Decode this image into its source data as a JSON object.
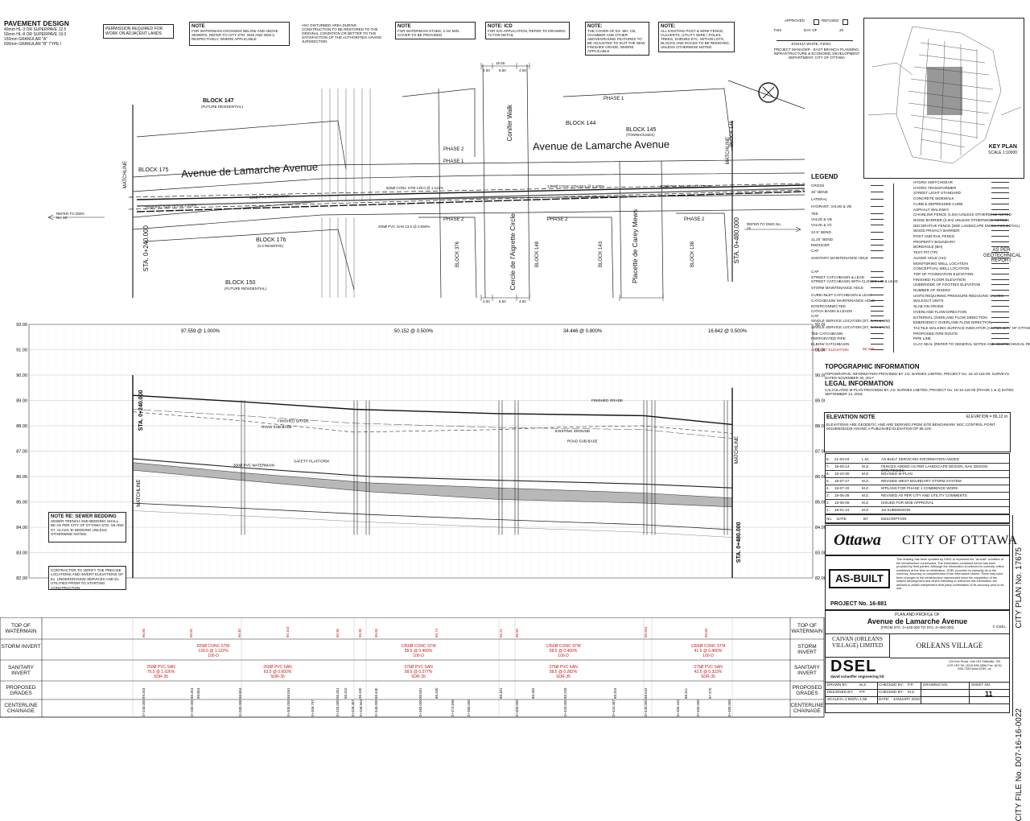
{
  "pavement_design": {
    "title": "PAVEMENT DESIGN",
    "lines": [
      "40mm HL-3 OR SUPERPAVE 12.5",
      "50mm HL-8 OR SUPERPAVE 19.0",
      "150mm GRANULAR \"A\"",
      "600mm GRANULAR \"B\" TYPE I"
    ]
  },
  "notes": [
    {
      "title": "",
      "text": "PERMISSION REQUIRED FOR WORK ON ADJACENT LANDS"
    },
    {
      "title": "NOTE",
      "text": "FOR WATERMAIN CROSSING BELOW AND ABOVE SEWERS, REFER TO CITY STD. W25 AND W25.2, RESPECTIVELY, WHERE APPLICABLE"
    },
    {
      "title": "",
      "text": "ANY DISTURBED AREA DURING CONSTRUCTION TO BE RESTORED TO THE ORIGINAL CONDITION OR BETTER TO THE SATISFACTION OF THE AUTHORITIES HAVING JURISDICTION"
    },
    {
      "title": "NOTE",
      "text": "FOR WATERMAIN STUBS, 2.4m MIN. COVER TO BE PROVIDED"
    },
    {
      "title": "NOTE: ICD",
      "text": "FOR ICD APPLICATION, REFER TO DRAWING 72 FOR DETAIL"
    },
    {
      "title": "NOTE:",
      "text": "THE COVER OF EX. MH, CB, CHAMBER AND OTHER ABOVEGROUND FEATURES TO BE ADJUSTED TO SUIT THE NEW FINISHED GRADE, WHERE APPLICABLE"
    },
    {
      "title": "NOTE:",
      "text": "ALL EXISTING POST & WIRE FENCE, CULVERTS, UTILITY WIRE / POLES, TREES, SHRUBS ETC. WITHIN LOTS, BLOCKS AND ROADS TO BE REMOVED, UNLESS OTHERWISE NOTED"
    }
  ],
  "approval": {
    "approved": "APPROVED",
    "refused": "REFUSED",
    "this": "THIS",
    "day_of": "DAY OF",
    "year": "20",
    "name": "JOSHUA WHITE, P.ENG",
    "role": "PROJECT MANAGER - EAST BRANCH PLANNING, INFRASTRUCTURE & ECONOMIC DEVELOPMENT DEPARTMENT, CITY OF OTTAWA"
  },
  "key_plan": {
    "title": "KEY PLAN",
    "scale": "SCALE 1:10000"
  },
  "plan": {
    "street_main": "Avenue de Lamarche Avenue",
    "street_cross1": "Cercle de l'Aigrette Circle",
    "street_cross2": "Placette de Carey Mews",
    "street_cross3": "Conifer Walk",
    "blocks": [
      "BLOCK 147",
      "(FUTURE RESIDENTIAL)",
      "BLOCK 175",
      "BLOCK 176",
      "(0.3 RESERVE)",
      "BLOCK 150",
      "(FUTURE RESIDENTIAL)",
      "BLOCK 144",
      "BLOCK 145",
      "BLOCK 143",
      "BLOCK 146",
      "BLOCK 148",
      "BLOCK 138",
      "BLOCK 376",
      "(TOWNHOUSES)"
    ],
    "phases": [
      "PHASE 2",
      "PHASE 1",
      "PHASE 2",
      "PHASE 1",
      "PHASE 2",
      "PHASE 2"
    ],
    "refer_left": "REFER TO DWG No. 10",
    "refer_right": "REFER TO DWG No. 12",
    "matchline": "MATCHLINE",
    "sta_left": "STA. 0+240.000",
    "sta_right": "STA. 0+480.000",
    "dims": [
      "16.50",
      "4.00",
      "8.50",
      "4.00"
    ],
    "pipes": [
      "250Ø PVC SAN 76.5 @ 1.026%",
      "300Ø PVC WATERMAIN",
      "825Ø CONC STM 139.0 @ 1.122%",
      "200Ø PVC SAN 13.5 @ 0.650%",
      "1350Ø CONC STM 58.5 @ 0.400%",
      "300Ø PVC SAN 43.5 @ 0.282%"
    ]
  },
  "legend": {
    "title": "LEGEND",
    "items": [
      "CROSS",
      "45° BEND",
      "LATERAL",
      "HYDRANT, VALVE & VB",
      "TEE",
      "VALVE & VB",
      "VALVE & VC",
      "22.5° BEND",
      "11.25° BEND",
      "REDUCER",
      "CAP",
      "SANITARY MAINTENANCE HOLE",
      "CAP",
      "STREET CATCHBASIN & LEAD",
      "STREET CATCHBASIN WITH CLOSED LID & LEAD",
      "STORM MAINTENANCE HOLE",
      "CURB INLET CATCHBASIN & LEAD",
      "CATCHBASIN/ MAINTENANCE HOLE",
      "INTERCONNECTED",
      "CATCH BASIN & LEADS",
      "CAP",
      "SINGLE SERVICE LOCATION (ST, SAN & WM)",
      "SINGLE SERVICE LOCATION (ST, SAN & WM)",
      "TEE CATCHBASIN",
      "PERFORATED PIPE",
      "ELBOW CATCHBASIN",
      "AS-BUILT ELEVATION"
    ],
    "right_items": [
      "HYDRO SWITCHGEAR",
      "HYDRO TRANSFORMER",
      "STREET LIGHT STANDARD",
      "CONCRETE SIDEWALK",
      "CURB & DEPRESSED CURB",
      "ASPHALT WALKWAY",
      "CHAINLINK FENCE (1.5m) UNLESS OTHERWISE NOTED",
      "NOISE BARRIER (2.0m) UNLESS OTHERWISE NOTED",
      "DECORATIVE FENCE (SEE LANDSCAPE DWGS FOR DETAIL)",
      "WOOD PRIVACY BARRIER",
      "POST AND RAIL FENCE",
      "PROPERTY BOUNDARY",
      "BOREHOLE (BH)",
      "TEST PIT (TP)",
      "AUGER HOLE (AH)",
      "MONITORING WELL LOCATION",
      "CONCEPTUAL WELL LOCATION",
      "TOP OF FOUNDATION ELEVATION",
      "FINISHED FLOOR ELEVATION",
      "UNDERSIDE OF FOOTING ELEVATION",
      "NUMBER OF RISERS",
      "UNITS REQUIRING PRESSURE REDUCING VALVES",
      "WALKOUT UNITS",
      "SLAB ON GRADE",
      "OVERLAND FLOW DIRECTION",
      "EXTERNAL OVERLAND FLOW DIRECTION",
      "EMERGENCY OVERLAND FLOW DIRECTION",
      "TACTILE WALKING SURFACE INDICATOR (AS PER CITY OF OTTAWA STD. SC9)",
      "PROPOSED FIRE ROUTE",
      "PIPE LINE",
      "CLAY SEAL (REFER TO GENERAL NOTES AND GEOTECHNICAL REPORT)"
    ],
    "as_built_value": "86.205",
    "geotech": "AS PER GEOTECHNICAL REPORT"
  },
  "topo": {
    "title": "TOPOGRAPHIC INFORMATION",
    "text": "TOPOGRAPHIC INFORMATION PROVIDED BY J.D. BARNES LIMITED, PROJECT No. 16-10-116-00. SURVEYS DATED NOVEMBER 30, 2017."
  },
  "legal": {
    "title": "LEGAL INFORMATION",
    "text": "CALCULATED M-PLAN PROVIDED BY J.D. BARNES LIMITED, PROJECT No. 16-10-116-00 (PHASE 1 & 2) DATED SEPTEMBER 14, 2018."
  },
  "elevation_note": {
    "title": "ELEVATION NOTE",
    "value": "ELEVATION = 86.12 m",
    "text": "ELEVATIONS ARE GEODETIC AND ARE DERIVED FROM SITE BENCHMARK NOC CONTROL POINT 0011965302229 HAVING A PUBLISHED ELEVATION OF 86.12m"
  },
  "revisions": [
    {
      "no": "8.",
      "date": "21-03-03",
      "by": "L.M.",
      "desc": "AS-BUILT SERVICING INFORMATION ADDED"
    },
    {
      "no": "7.",
      "date": "18-05-14",
      "by": "M.Z.",
      "desc": "FENCES ADDED AS PER LANDSCAPE DESIGN, NAK DESIGN STRATEGIES"
    },
    {
      "no": "6.",
      "date": "18-10-30",
      "by": "M.Z.",
      "desc": "REVISED M-PLAN"
    },
    {
      "no": "5.",
      "date": "18-07-27",
      "by": "M.Z.",
      "desc": "REVISED WEST BOUNDARY STORM SYSTEM"
    },
    {
      "no": "4.",
      "date": "18-07-10",
      "by": "M.Z.",
      "desc": "M'PLANS FOR PHASE 1 COMMENCE WORK"
    },
    {
      "no": "3.",
      "date": "18-06-28",
      "by": "M.Z.",
      "desc": "REVISED AS PER CITY AND UTILITY COMMENTS"
    },
    {
      "no": "2.",
      "date": "18-05-09",
      "by": "M.Z.",
      "desc": "ISSUED FOR MOE APPROVAL"
    },
    {
      "no": "1.",
      "date": "18-01-24",
      "by": "M.Z.",
      "desc": "1st SUBMISSION"
    }
  ],
  "rev_headers": {
    "no": "No.",
    "date": "DATE",
    "by": "BY",
    "desc": "DESCRIPTION"
  },
  "ottawa": {
    "logo": "Ottawa",
    "city": "CITY OF OTTAWA"
  },
  "as_built": {
    "stamp": "AS-BUILT",
    "project": "PROJECT No. 16-881",
    "disclaimer": "This drawing has been updated by DSEL to represent the \"as-built\" condition of the infrastructure constructed. The information contained herein has been provided by third parties. Although the information is believed to correctly reflect conditions at the time of certification, DSEL provides no warranty as to the currency, accuracy or completeness of the information shown. There may have been changes to the infrastructure represented since the completion of the subject development and others intending to reference this information are advised to obtain independent third party confirmation of its accuracy prior to its use."
  },
  "title_block": {
    "plan_title": "PLAN AND PROFILE OF",
    "street": "Avenue de Lamarche Avenue",
    "range": "(FROM STA. 0+240.000 TO STA. 0+480.000)",
    "copyright": "© DSEL",
    "client": "CAIVAN (ORLEANS VILLAGE) LIMITED",
    "project": "ORLEANS VILLAGE",
    "firm_logo": "DSEL",
    "firm_name": "david schaeffer engineering ltd",
    "firm_address": "120 Iber Road, Unit 103 Stittsville, ON K2S 1E9 Tel. (613) 836-0856 Fax. (613) 836-7183 www.DSEL.ca",
    "drawn_by_label": "DRAWN BY:",
    "drawn_by": "M.Z.",
    "checked_by_label": "CHECKED BY:",
    "checked_by": "P.P.",
    "designed_by_label": "DESIGNED BY:",
    "designed_by": "P.P.",
    "checked_by2": "M.Z.",
    "drawing_no_label": "DRAWING NO.",
    "sheet_no_label": "SHEET NO.",
    "sheet_no": "11",
    "scale_label": "SCALE:",
    "scale": "H=1:500/V=1:50",
    "date_label": "DATE:",
    "date": "JANUARY 2018",
    "city_plan": "CITY PLAN No. 17675",
    "city_file": "CITY FILE No. D07-16-16-0022"
  },
  "profile": {
    "y_ticks": [
      "92.00",
      "91.00",
      "90.00",
      "89.00",
      "88.00",
      "87.00",
      "86.00",
      "85.00",
      "84.00",
      "83.00",
      "82.00"
    ],
    "grade_labels": [
      "97.559 @ 1.000%",
      "50.152 @ 0.500%",
      "34.446 @ 0.800%",
      "16.642 @ 0.500%"
    ],
    "sta_left": "STA. 0+240.000",
    "sta_right": "STA. 0+480.000",
    "matchline": "MATCHLINE",
    "callouts": [
      "FINISHED GRADE",
      "ROAD SUB-BASE",
      "EXISTING GROUND",
      "SAFETY PLATFORM",
      "300Ø PVC WATERMAIN",
      "FINISHED GRADE",
      "ROAD SUB-BASE"
    ],
    "note_title": "NOTE RE: SEWER BEDDING",
    "note_text": "SEWER TRENCH AND BEDDING SHALL BE AS PER CITY OF OTTAWA STD. S6 AND S7, CLASS 'B' BEDDING UNLESS OTHERWISE NOTED.",
    "contractor_note": "CONTRACTOR TO VERIFY THE PRECISE LOCATIONS AND INVERT ELEVATIONS OF Ex. UNDERGROUND SERVICES AND Ex. UTILITIES PRIOR TO STARTING CONSTRUCTION"
  },
  "bands": {
    "labels": [
      "TOP OF WATERMAIN",
      "STORM INVERT",
      "SANITARY INVERT",
      "PROPOSED GRADES",
      "CENTERLINE CHAINAGE"
    ],
    "storm": [
      {
        "t": "825Ø CONC STM",
        "a": "139.0 @ 1.122%",
        "b": "100-D"
      },
      {
        "t": "1350Ø CONC STM",
        "a": "58.5 @ 0.400%",
        "b": "100-D"
      },
      {
        "t": "1350Ø CONC STM",
        "a": "58.5 @ 0.400%",
        "b": "100-D"
      },
      {
        "t": "1350Ø CONC STM",
        "a": "41.5 @ 0.400%",
        "b": "100-D"
      }
    ],
    "sanitary": [
      {
        "t": "250Ø PVC SAN",
        "a": "76.5 @ 1.026%",
        "b": "SDR-35"
      },
      {
        "t": "250Ø PVC SAN",
        "a": "63.5 @ 0.650%",
        "b": "SDR-35"
      },
      {
        "t": "375Ø PVC SAN",
        "a": "58.5 @ 0.277%",
        "b": "SDR-35"
      },
      {
        "t": "375Ø PVC SAN",
        "a": "58.5 @ 0.282%",
        "b": "SDR-35"
      },
      {
        "t": "375Ø PVC SAN",
        "a": "42.5 @ 0.323%",
        "b": "SDR-35"
      }
    ],
    "watermain_vals": [
      "86.85",
      "85.60",
      "86.40",
      "86.104",
      "85.90",
      "85.90",
      "85.85",
      "85.74",
      "86.21",
      "85.50",
      "85.584",
      "85.58"
    ],
    "grade_vals": [
      "89.204",
      "88.204",
      "88.804",
      "88.804",
      "88.591",
      "88.351",
      "88.310",
      "88.330",
      "88.430",
      "88.551",
      "88.330",
      "88.481",
      "88.382",
      "88.299",
      "88.204",
      "88.543",
      "88.311",
      "87.970"
    ],
    "chainage_vals": [
      "0+240.000",
      "0+260.000",
      "0+280.000",
      "0+300.000",
      "0+308.757",
      "0+320.000",
      "0+328.457",
      "0+338.564",
      "0+345.000",
      "0+360.000",
      "0+373.696",
      "0+380.000",
      "0+400.000",
      "0+420.000",
      "0+434.387",
      "0+440.000",
      "0+455.342",
      "0+460.000",
      "0+480.000"
    ]
  }
}
